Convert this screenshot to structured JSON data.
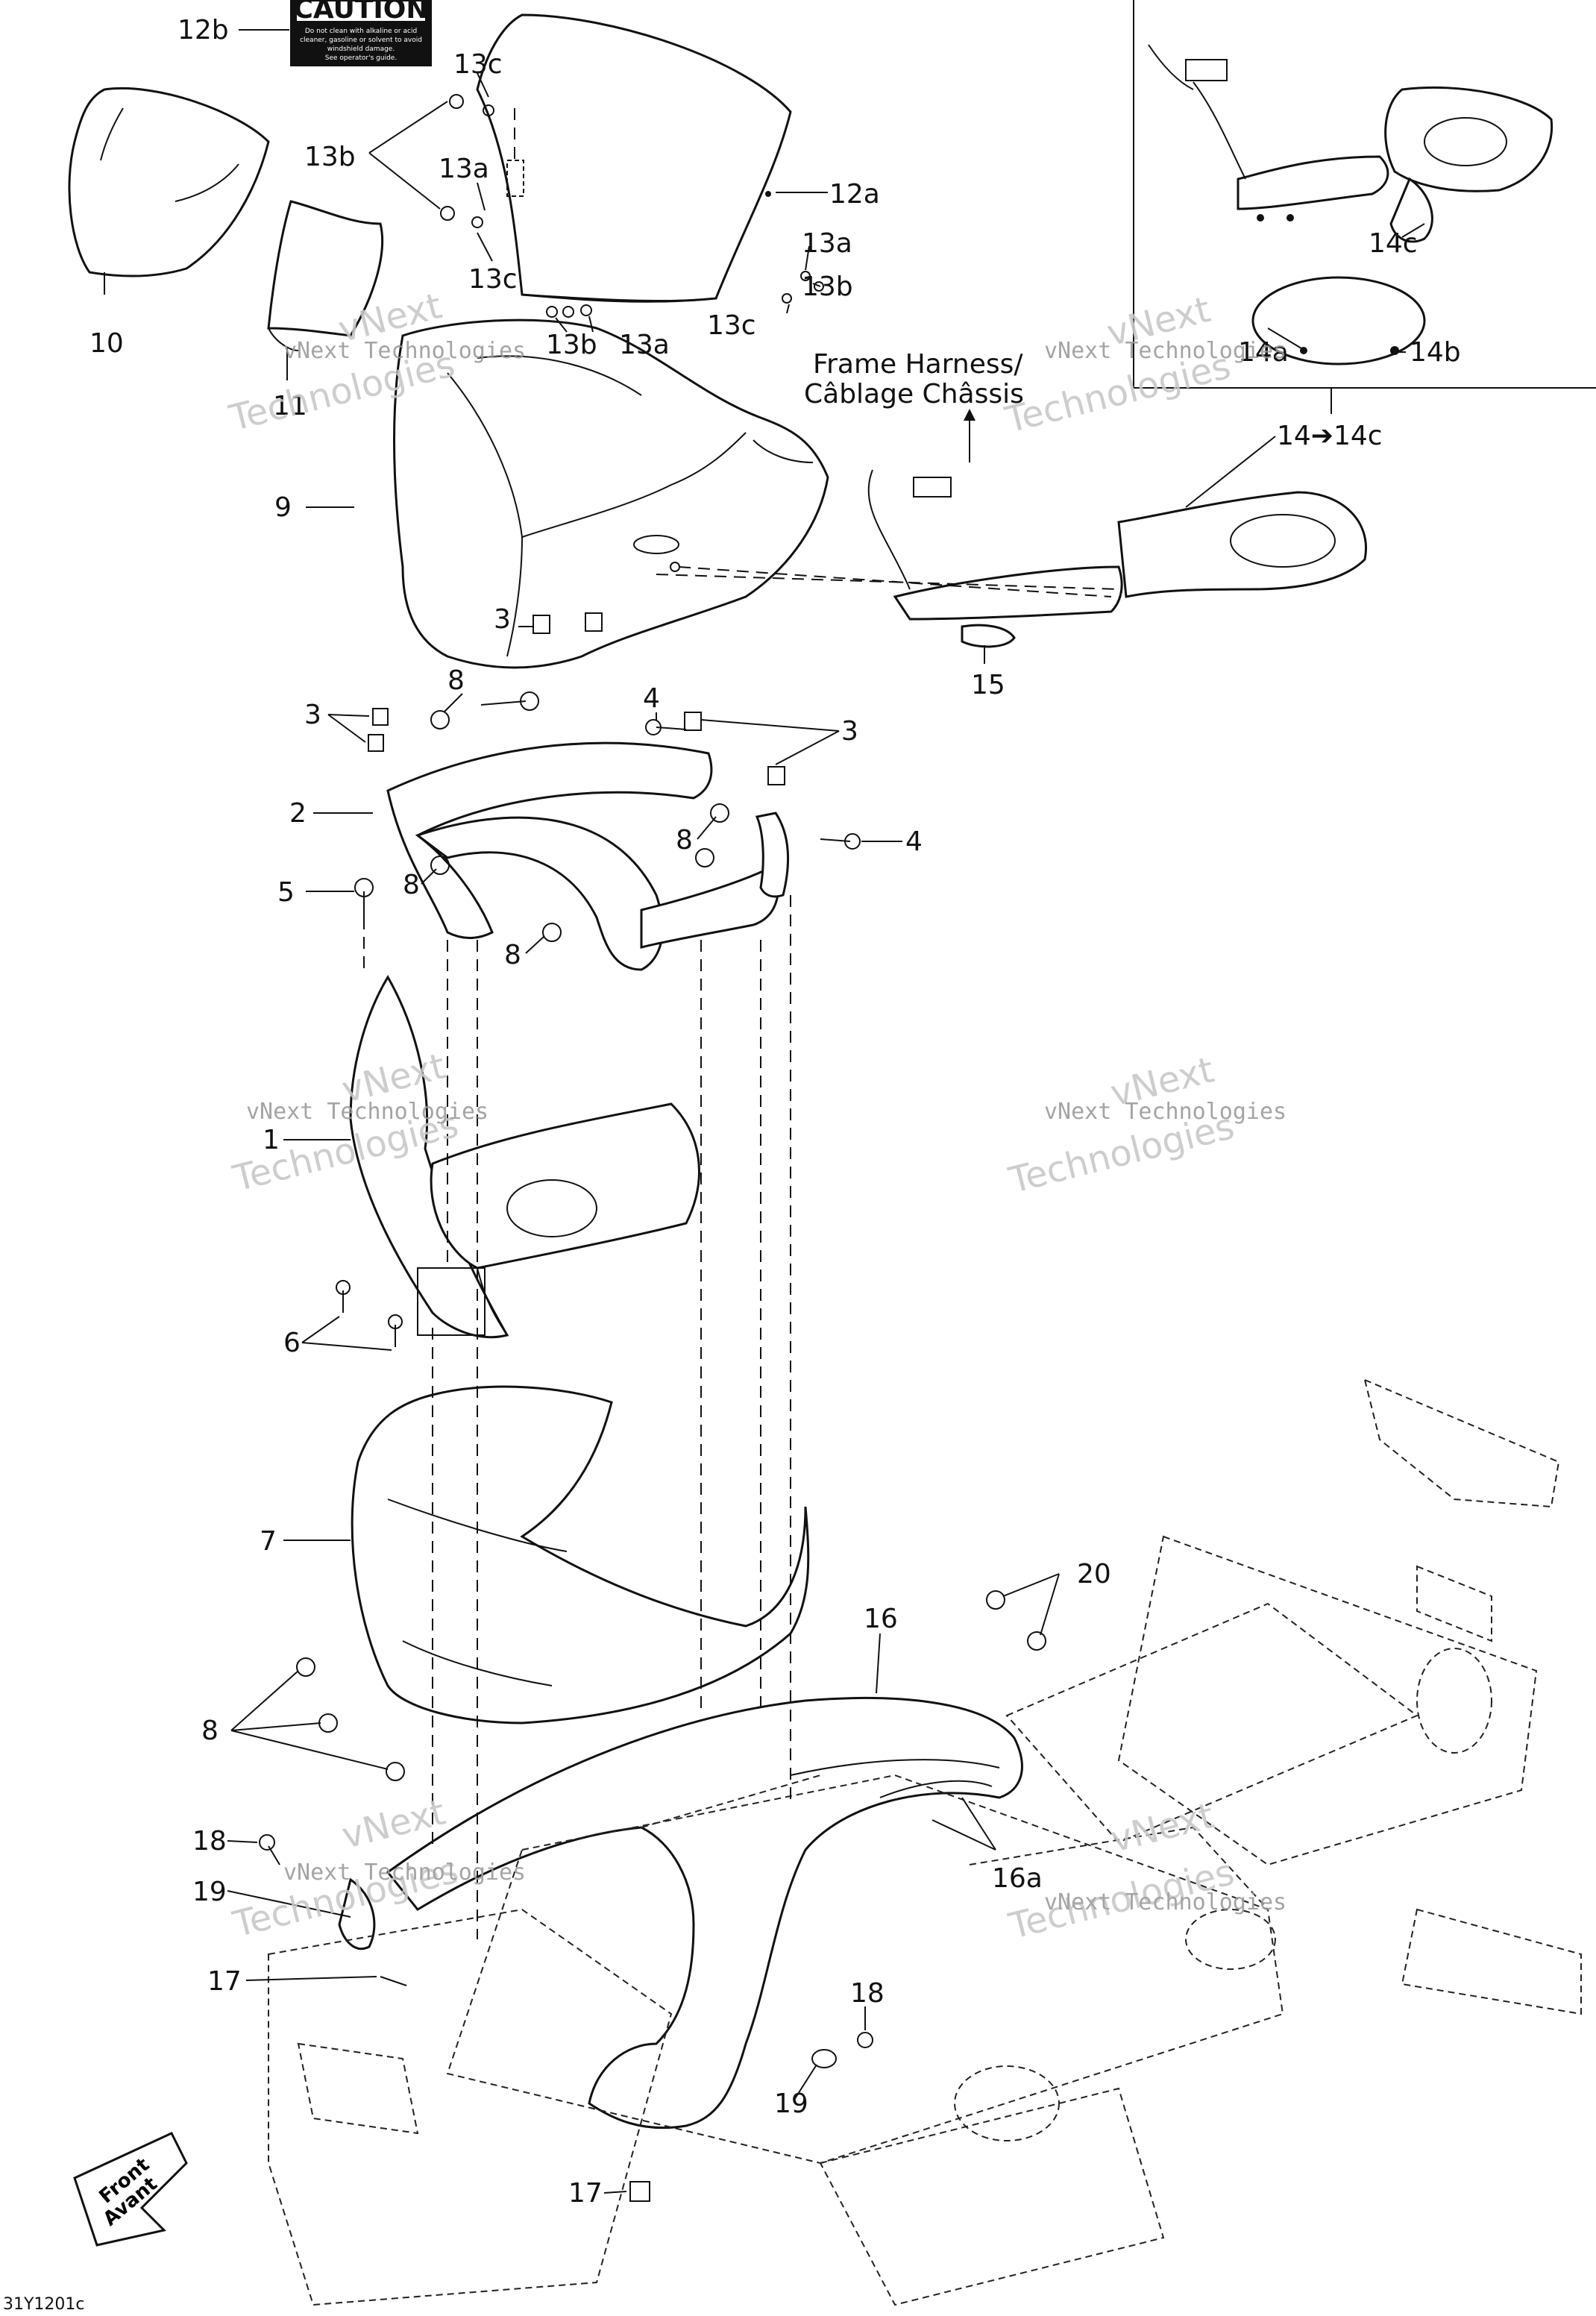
{
  "caution_label": {
    "title": "CAUTION",
    "lines": [
      "Do not clean with alkaline or acid",
      "cleaner, gasoline or solvent to avoid",
      "windshield damage.",
      "See operator's guide."
    ]
  },
  "frame_harness": {
    "line1": "Frame Harness/",
    "line2": "Câblage Châssis"
  },
  "front_arrow": {
    "line1": "Front",
    "line2": "Avant"
  },
  "figure_code": "31Y1201c",
  "watermark": {
    "line1": "vNext",
    "line2": "Technologies",
    "small": "vNext Technologies"
  },
  "callouts": {
    "c12b": "12b",
    "c13c_top": "13c",
    "c13b_left": "13b",
    "c13a_top": "13a",
    "c12a": "12a",
    "c13c_mid": "13c",
    "c13a_right": "13a",
    "c13b_right": "13b",
    "c13c_right": "13c",
    "c13b_bottom": "13b",
    "c13a_bottom": "13a",
    "c10": "10",
    "c11": "11",
    "c9": "9",
    "c14c": "14c",
    "c14a": "14a",
    "c14b": "14b",
    "c14_range": "14➔14c",
    "c15": "15",
    "c3_top": "3",
    "c8_top": "8",
    "c4_top": "4",
    "c3_left": "3",
    "c3_right": "3",
    "c2": "2",
    "c8_mid": "8",
    "c4_right": "4",
    "c5": "5",
    "c8_left": "8",
    "c8_low": "8",
    "c1": "1",
    "c6": "6",
    "c7": "7",
    "c16": "16",
    "c20": "20",
    "c8_bottom": "8",
    "c18_left": "18",
    "c16a": "16a",
    "c19_left": "19",
    "c17_left": "17",
    "c18_right": "18",
    "c19_right": "19",
    "c17_right": "17"
  }
}
